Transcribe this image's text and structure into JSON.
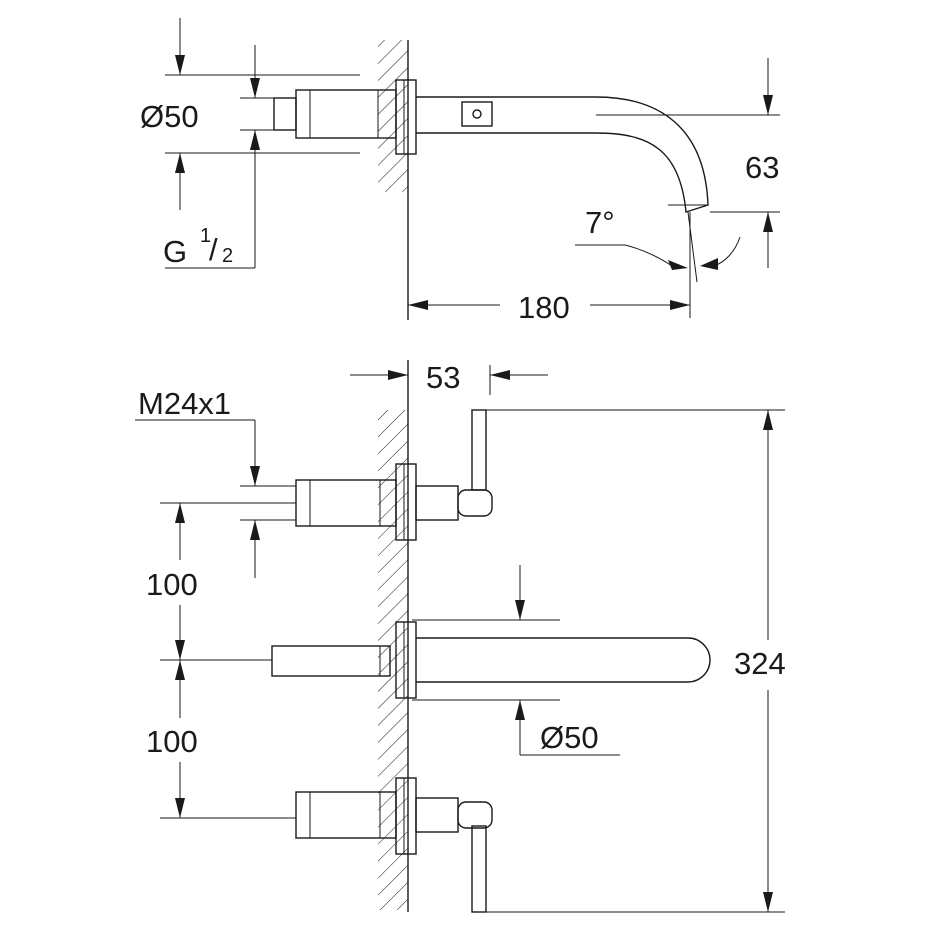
{
  "dimensions": {
    "top_view": {
      "connection_diameter": "Ø50",
      "thread_prefix": "G",
      "thread_numerator": "1",
      "thread_denominator": "2",
      "spout_projection": "180",
      "spout_height": "63",
      "spout_angle": "7°"
    },
    "front_view": {
      "depth": "53",
      "valve_thread": "M24x1",
      "spacing_upper": "100",
      "spacing_lower": "100",
      "total_height": "324",
      "spout_diameter": "Ø50"
    }
  },
  "icons": {
    "dimension_arrow": "arrow-icon",
    "wall_section": "wall-hatch-icon"
  }
}
